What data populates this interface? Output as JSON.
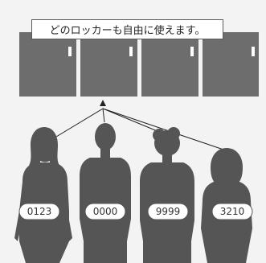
{
  "message": "どのロッカーも自由に使えます。",
  "lockers": [
    {
      "id": "locker-1"
    },
    {
      "id": "locker-2"
    },
    {
      "id": "locker-3"
    },
    {
      "id": "locker-4"
    }
  ],
  "people": [
    {
      "code": "0123"
    },
    {
      "code": "0000"
    },
    {
      "code": "9999"
    },
    {
      "code": "3210"
    }
  ],
  "colors": {
    "background": "#f3f3f3",
    "locker": "#6d6d6d",
    "silhouette": "#555555",
    "label_bg": "#ffffff"
  }
}
